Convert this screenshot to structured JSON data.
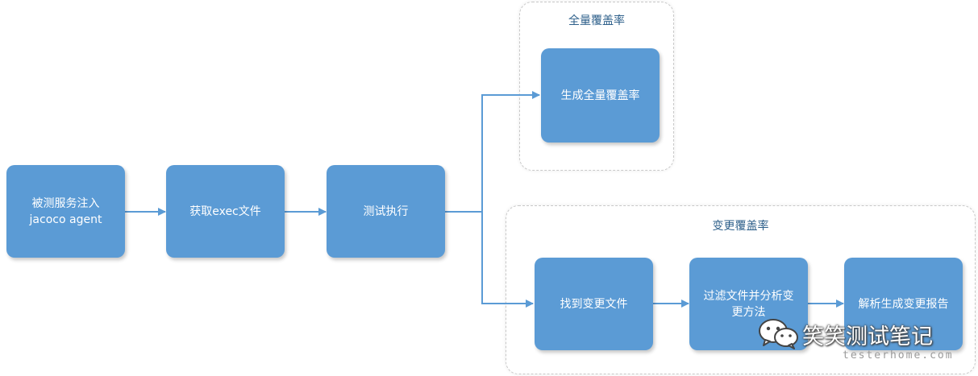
{
  "nodes": {
    "inject": {
      "line1": "被测服务注入",
      "line2": "jacoco agent"
    },
    "get_exec": {
      "label": "获取exec文件"
    },
    "test_run": {
      "label": "测试执行"
    },
    "full_generate": {
      "label": "生成全量覆盖率"
    },
    "find_changed": {
      "label": "找到变更文件"
    },
    "filter_analyze": {
      "line1": "过滤文件并分析变",
      "line2": "更方法"
    },
    "parse_report": {
      "label": "解析生成变更报告"
    }
  },
  "groups": {
    "full": {
      "label": "全量覆盖率"
    },
    "change": {
      "label": "变更覆盖率"
    }
  },
  "watermark": {
    "logo": "wechat-icon",
    "title": "笑笑测试笔记",
    "url": "testerhome.com"
  },
  "colors": {
    "node_fill": "#5b9bd5",
    "connector": "#5b9bd5",
    "group_border": "#c8c8c8",
    "group_label": "#2d5f8a"
  }
}
